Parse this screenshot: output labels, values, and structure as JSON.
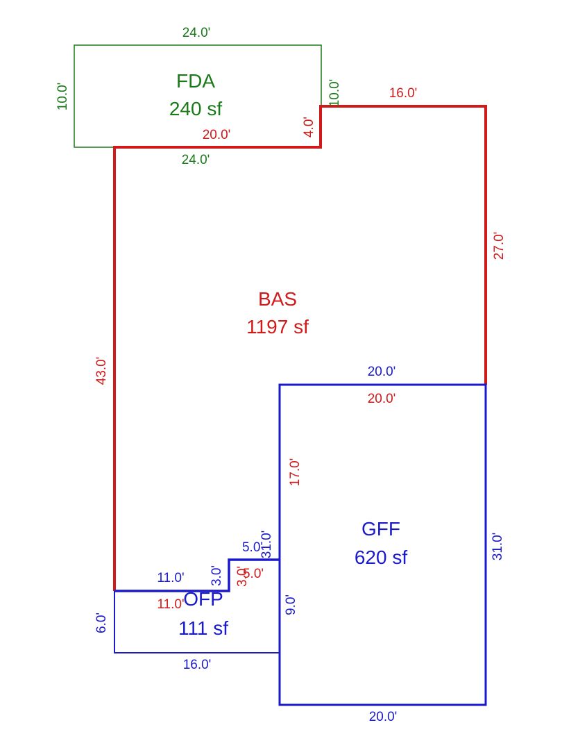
{
  "colors": {
    "FDA": "#1a7a1a",
    "BAS": "#d11a1a",
    "GFF": "#1a1acc",
    "OFP": "#1a1acc"
  },
  "areas": {
    "FDA": {
      "name": "FDA",
      "size": "240 sf"
    },
    "BAS": {
      "name": "BAS",
      "size": "1197 sf"
    },
    "GFF": {
      "name": "GFF",
      "size": "620 sf"
    },
    "OFP": {
      "name": "OFP",
      "size": "111 sf"
    }
  },
  "dims": {
    "fda_top": "24.0'",
    "fda_left": "10.0'",
    "fda_right": "10.0'",
    "fda_bottom": "24.0'",
    "bas_top_left": "20.0'",
    "bas_step": "4.0'",
    "bas_top_right": "16.0'",
    "bas_right": "27.0'",
    "bas_left": "43.0'",
    "bas_gff_top": "20.0'",
    "bas_gff_left": "17.0'",
    "bas_bottom": "11.0'",
    "bas_notch_v": "3.0'",
    "bas_notch_h": "5.0'",
    "gff_top": "20.0'",
    "gff_right": "31.0'",
    "gff_bottom": "20.0'",
    "gff_left": "9.0'",
    "gff_left_upper": "31.0'",
    "ofp_top": "11.0'",
    "ofp_left": "6.0'",
    "ofp_bottom": "16.0'",
    "ofp_notch_v": "3.0'",
    "ofp_notch_h": "5.0'"
  }
}
